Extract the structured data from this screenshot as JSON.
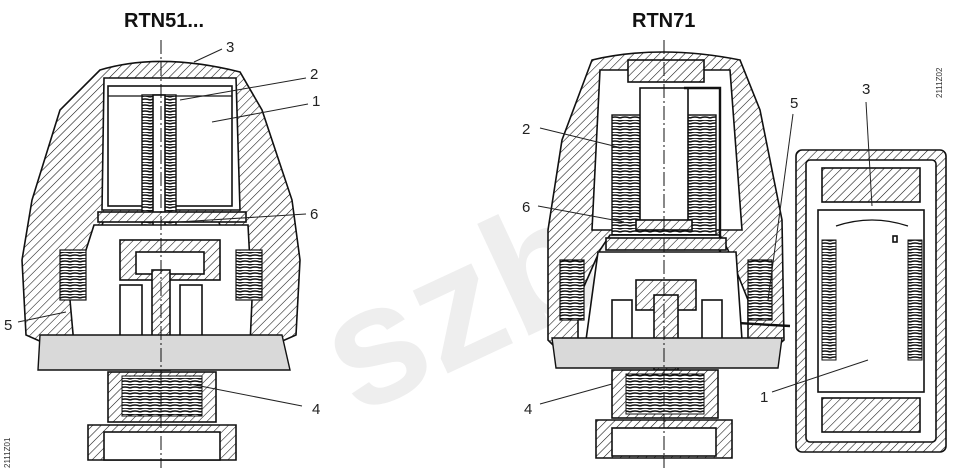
{
  "diagram": {
    "left_title": "RTN51...",
    "right_title": "RTN71",
    "left_doc_id": "2111Z01",
    "right_doc_id": "2111Z02",
    "left_callouts": [
      "3",
      "2",
      "1",
      "6",
      "5",
      "4"
    ],
    "right_callouts": [
      "2",
      "6",
      "4",
      "5",
      "3",
      "1"
    ],
    "watermark": "szbo"
  },
  "colors": {
    "line": "#111111",
    "hatch": "#111111",
    "shade": "#d9d9d9",
    "watermark": "#eeeeee"
  }
}
